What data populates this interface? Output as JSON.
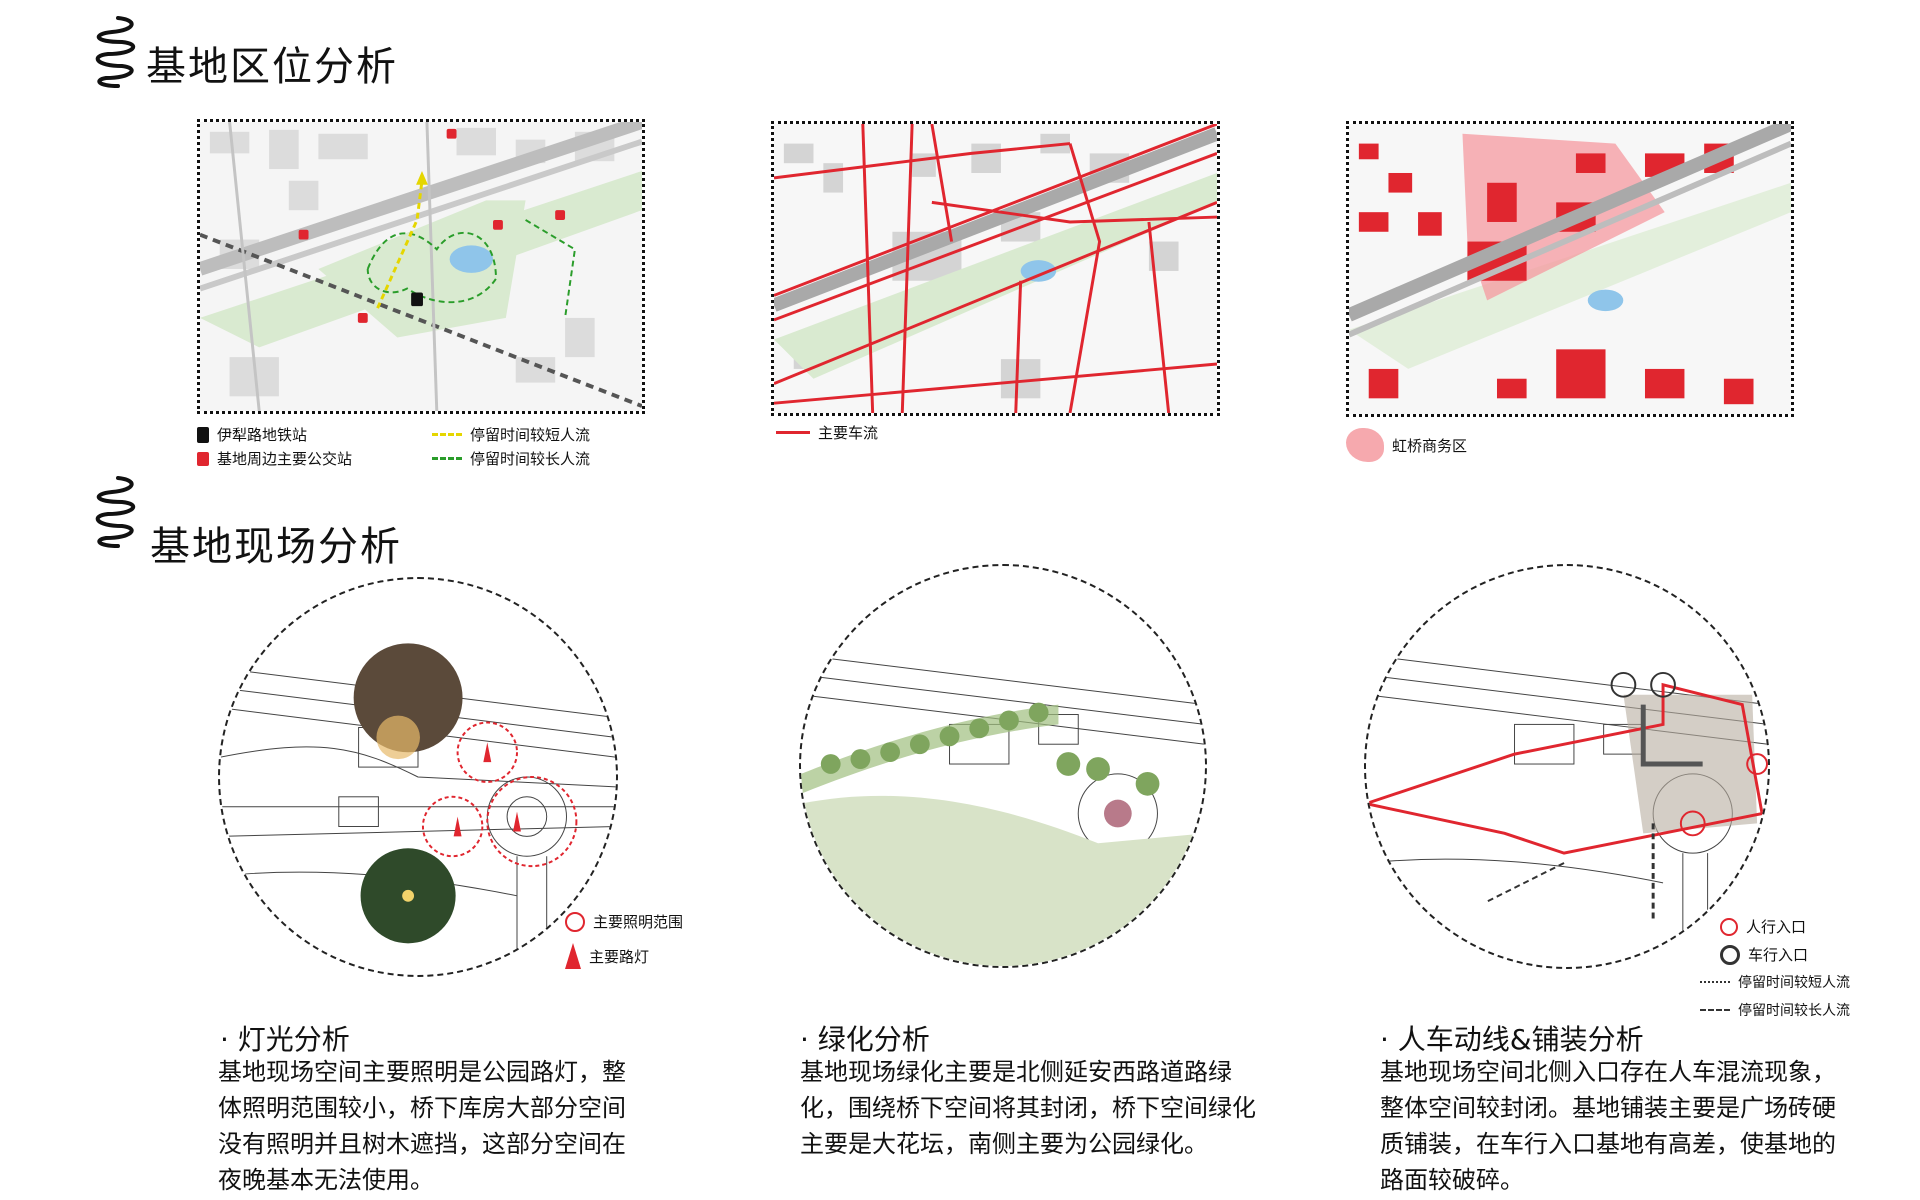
{
  "section1": {
    "title": "基地区位分析"
  },
  "section2": {
    "title": "基地现场分析"
  },
  "map1": {
    "legend": {
      "metro": "伊犁路地铁站",
      "bus": "基地周边主要公交站",
      "short_stay": "停留时间较短人流",
      "long_stay": "停留时间较长人流"
    }
  },
  "map2": {
    "legend": {
      "traffic": "主要车流"
    }
  },
  "map3": {
    "legend": {
      "district": "虹桥商务区"
    }
  },
  "circle1": {
    "legend": {
      "light_range": "主要照明范围",
      "street_lamp": "主要路灯"
    },
    "heading": "· 灯光分析",
    "text": "基地现场空间主要照明是公园路灯，整体照明范围较小，桥下库房大部分空间没有照明并且树木遮挡，这部分空间在夜晚基本无法使用。"
  },
  "circle2": {
    "heading": "· 绿化分析",
    "text": "基地现场绿化主要是北侧延安西路道路绿化，围绕桥下空间将其封闭，桥下空间绿化主要是大花坛，南侧主要为公园绿化。"
  },
  "circle3": {
    "legend": {
      "ped_entry": "人行入口",
      "car_entry": "车行入口",
      "short_stay": "停留时间较短人流",
      "long_stay": "停留时间较长人流"
    },
    "heading": "· 人车动线&铺装分析",
    "text": "基地现场空间北侧入口存在人车混流现象，整体空间较封闭。基地铺装主要是广场砖硬质铺装，在车行入口基地有高差，使基地的路面较破碎。"
  },
  "colors": {
    "accent_red": "#e0262f",
    "district_pink": "#f59aa0",
    "park_green": "#d9ead0",
    "water_blue": "#8fc5ea",
    "road_gray": "#c4c4c4"
  },
  "icons": [
    "squiggle-icon",
    "metro-icon",
    "bus-icon",
    "lamp-icon"
  ]
}
